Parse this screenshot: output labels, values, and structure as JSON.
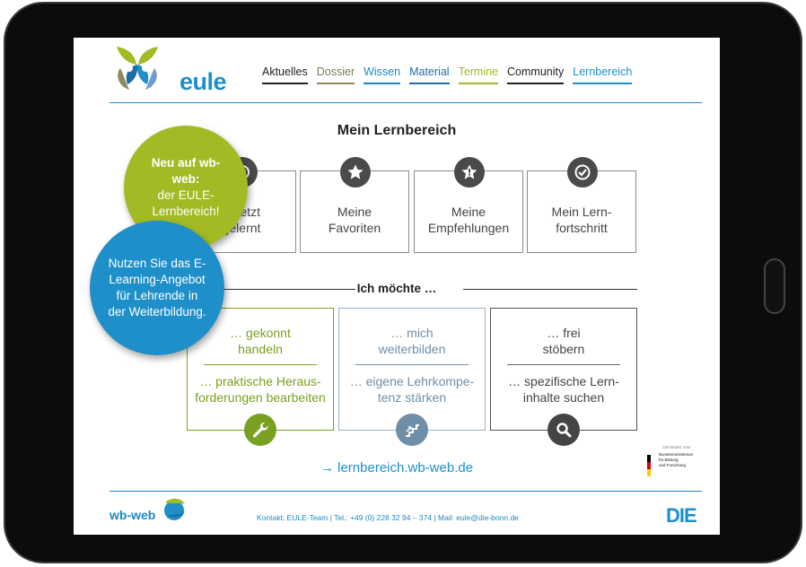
{
  "header": {
    "logo_text": "eule",
    "nav": [
      {
        "label": "Aktuelles",
        "color": "#222222",
        "underline": "#222222"
      },
      {
        "label": "Dossier",
        "color": "#7c7a52",
        "underline": "#8c8a5e"
      },
      {
        "label": "Wissen",
        "color": "#1b8ac4",
        "underline": "#1b8ac4"
      },
      {
        "label": "Material",
        "color": "#1b6ea8",
        "underline": "#1b6ea8"
      },
      {
        "label": "Termine",
        "color": "#a3ba24",
        "underline": "#a3ba24"
      },
      {
        "label": "Community",
        "color": "#222222",
        "underline": "#222222"
      },
      {
        "label": "Lernbereich",
        "color": "#1e8fc9",
        "underline": "#1e8fc9"
      }
    ]
  },
  "bubbles": {
    "green_bold": "Neu auf wb-web:",
    "green_text": "der EULE-Lernbereich!",
    "blue_text": "Nutzen Sie das E-Learning-Angebot für Lehrende in der Weiterbildung."
  },
  "main": {
    "title": "Mein Lernbereich",
    "categories": [
      {
        "line1": "Zuletzt",
        "line2": "gelernt",
        "icon": "clock-check-icon"
      },
      {
        "line1": "Meine",
        "line2": "Favoriten",
        "icon": "star-icon"
      },
      {
        "line1": "Meine",
        "line2": "Empfehlungen",
        "icon": "star-badge-icon"
      },
      {
        "line1": "Mein Lern-",
        "line2": "fortschritt",
        "icon": "checkmark-icon"
      }
    ],
    "ich_moechte": "Ich möchte …",
    "options": [
      {
        "top1": "… gekonnt",
        "top2": "handeln",
        "bottom1": "… praktische Heraus-",
        "bottom2": "forderungen bearbeiten",
        "color": "#7aa022",
        "icon": "wrench-icon"
      },
      {
        "top1": "… mich",
        "top2": "weiterbilden",
        "bottom1": "… eigene Lehrkompe-",
        "bottom2": "tenz stärken",
        "color": "#6f8fa8",
        "icon": "stairs-icon"
      },
      {
        "top1": "… frei",
        "top2": "stöbern",
        "bottom1": "… spezifische Lern-",
        "bottom2": "inhalte suchen",
        "color": "#444444",
        "icon": "search-icon"
      }
    ],
    "link": "lernbereich.wb-web.de"
  },
  "sponsor": {
    "small": "GEFÖRDERT VOM",
    "line1": "Bundesministerium",
    "line2": "für Bildung",
    "line3": "und Forschung"
  },
  "footer": {
    "logo_text": "wb-web",
    "contact": "Kontakt: EULE-Team  |  Tel.: +49 (0) 228 32 94 – 374  |  Mail: eule@die-bonn.de",
    "die_logo": "DIE"
  },
  "colors": {
    "green": "#a3ba24",
    "blue": "#1e8fc9",
    "dark_icon": "#4a4a4a"
  }
}
